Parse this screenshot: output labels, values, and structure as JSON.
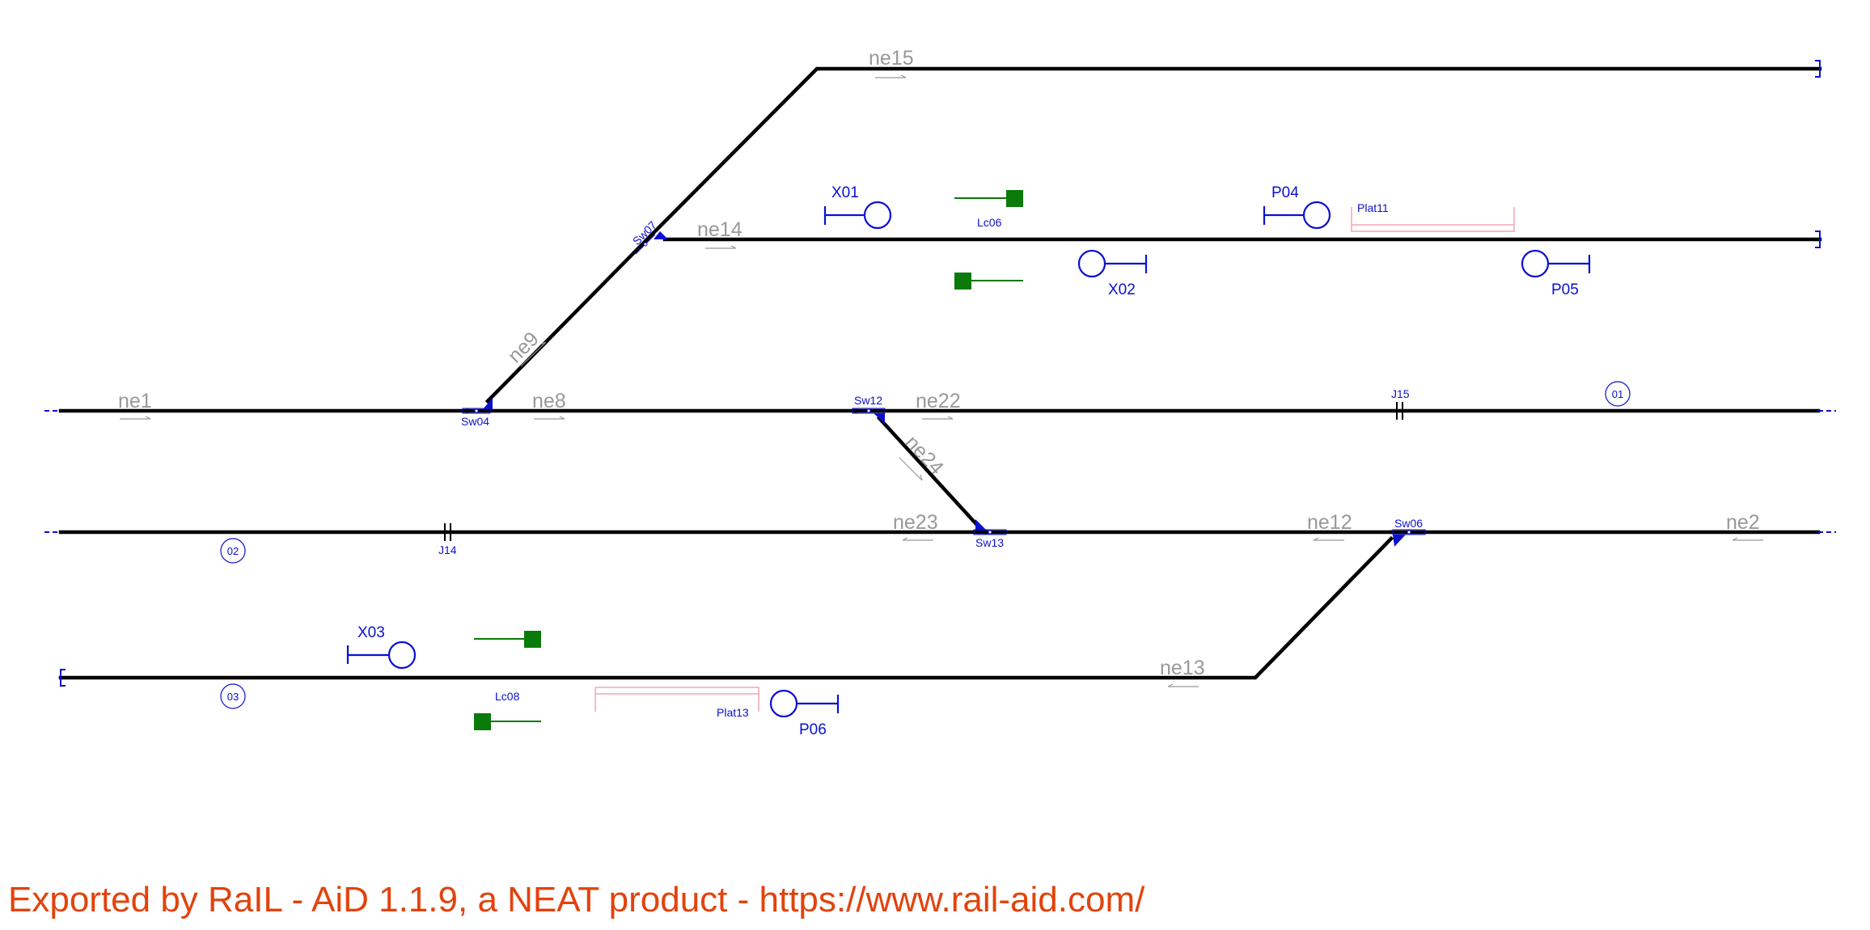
{
  "tracks": [
    {
      "id": "ne1",
      "label": "ne1"
    },
    {
      "id": "ne8",
      "label": "ne8"
    },
    {
      "id": "ne22",
      "label": "ne22"
    },
    {
      "id": "ne9",
      "label": "ne9"
    },
    {
      "id": "ne14",
      "label": "ne14"
    },
    {
      "id": "ne15",
      "label": "ne15"
    },
    {
      "id": "ne24",
      "label": "ne24"
    },
    {
      "id": "ne23",
      "label": "ne23"
    },
    {
      "id": "ne12",
      "label": "ne12"
    },
    {
      "id": "ne2",
      "label": "ne2"
    },
    {
      "id": "ne13",
      "label": "ne13"
    }
  ],
  "switches": [
    {
      "id": "sw04",
      "label": "Sw04"
    },
    {
      "id": "sw07",
      "label": "Sw07"
    },
    {
      "id": "sw12",
      "label": "Sw12"
    },
    {
      "id": "sw13",
      "label": "Sw13"
    },
    {
      "id": "sw06",
      "label": "Sw06"
    }
  ],
  "joints": [
    {
      "id": "j15",
      "label": "J15"
    },
    {
      "id": "j14",
      "label": "J14"
    }
  ],
  "signals": [
    {
      "id": "x01",
      "label": "X01"
    },
    {
      "id": "x02",
      "label": "X02"
    },
    {
      "id": "p04",
      "label": "P04"
    },
    {
      "id": "p05",
      "label": "P05"
    },
    {
      "id": "x03",
      "label": "X03"
    },
    {
      "id": "p06",
      "label": "P06"
    }
  ],
  "level_crossings": [
    {
      "id": "lc06",
      "label": "Lc06"
    },
    {
      "id": "lc08",
      "label": "Lc08"
    }
  ],
  "platforms": [
    {
      "id": "plat11",
      "label": "Plat11"
    },
    {
      "id": "plat13",
      "label": "Plat13"
    }
  ],
  "line_markers": [
    {
      "id": "m01",
      "label": "01"
    },
    {
      "id": "m02",
      "label": "02"
    },
    {
      "id": "m03",
      "label": "03"
    }
  ],
  "colors": {
    "track": "#000000",
    "track_label": "#999999",
    "signal": "#0a10d0",
    "crossing": "#0a7a0a",
    "platform": "#f4a6b4",
    "footer": "#e2430d"
  },
  "footer": {
    "text": "Exported by RaIL - AiD  1.1.9, a NEAT product - https://www.rail-aid.com/"
  }
}
